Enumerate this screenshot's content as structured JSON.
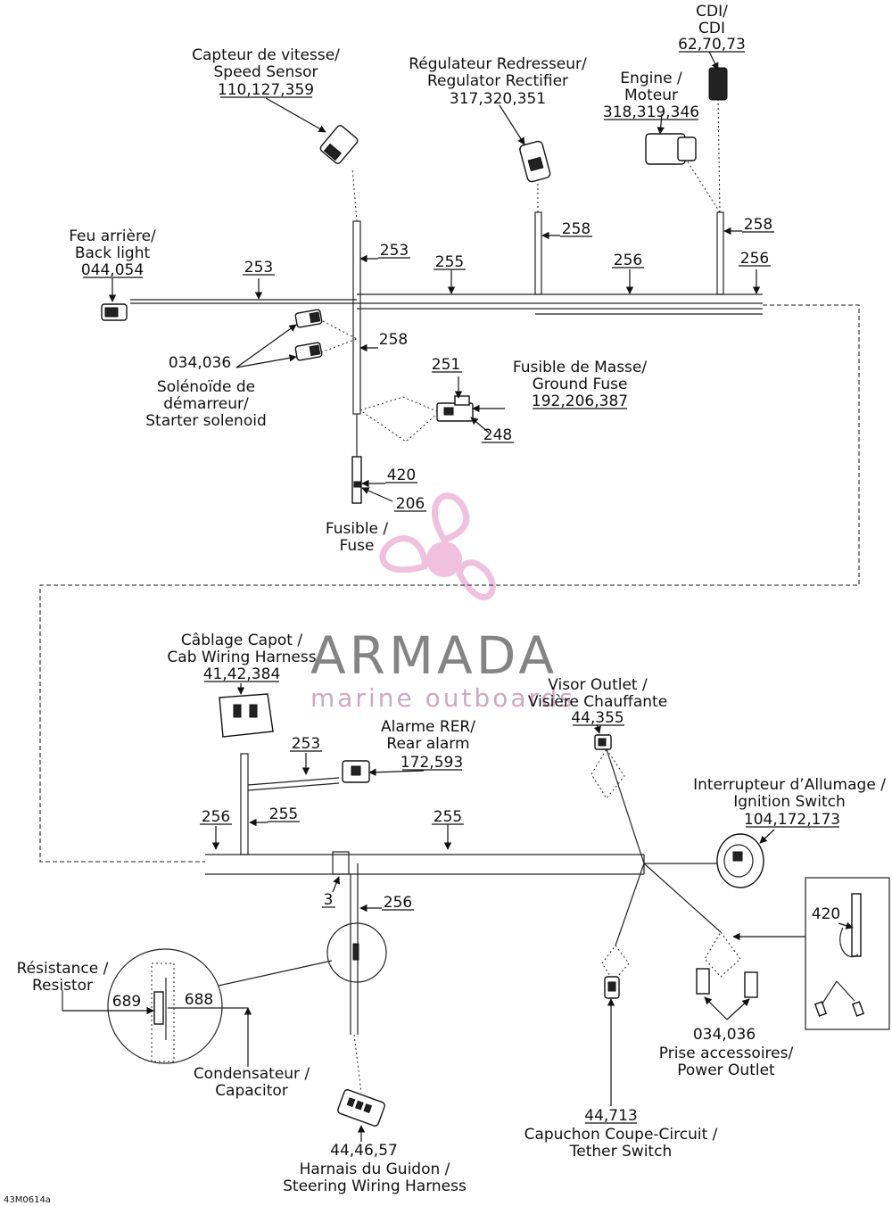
{
  "labels": {
    "speed_sensor": [
      "Capteur de vitesse/",
      "Speed Sensor",
      "110,127,359"
    ],
    "regulator": [
      "Régulateur Redresseur/",
      "Regulator Rectifier",
      "317,320,351"
    ],
    "cdi": [
      "CDI/",
      "CDI",
      "62,70,73"
    ],
    "engine": [
      "Engine /",
      "Moteur",
      "318,319,346"
    ],
    "back_light": [
      "Feu arrière/",
      "Back light",
      "044,054"
    ],
    "starter_solenoid": [
      "034,036",
      "Solénoïde de",
      "démarreur/",
      "Starter solenoid"
    ],
    "ground_fuse": [
      "Fusible de Masse/",
      "Ground Fuse",
      "192,206,387"
    ],
    "fuse": [
      "Fusible /",
      "Fuse"
    ],
    "cab_harness": [
      "Câblage Capot /",
      "Cab Wiring Harness",
      "41,42,384"
    ],
    "rear_alarm": [
      "Alarme RER/",
      "Rear alarm",
      "172,593"
    ],
    "visor_outlet": [
      "Visor Outlet /",
      "Visière Chauffante",
      "44,355"
    ],
    "ignition_switch": [
      "Interrupteur d’Allumage /",
      "Ignition Switch",
      "104,172,173"
    ],
    "resistor": [
      "Résistance /",
      "Resistor"
    ],
    "capacitor": [
      "Condensateur /",
      "Capacitor"
    ],
    "power_outlet": [
      "034,036",
      "Prise accessoires/",
      "Power Outlet"
    ],
    "tether_switch": [
      "44,713",
      "Capuchon Coupe-Circuit /",
      "Tether Switch"
    ],
    "steering_harness": [
      "44,46,57",
      "Harnais du Guidon /",
      "Steering Wiring Harness"
    ]
  },
  "refs": {
    "r253a": "253",
    "r255a": "255",
    "r256a": "256",
    "r256b": "256",
    "r253b": "253",
    "r258a": "258",
    "r258b": "258",
    "r258c": "258",
    "r251": "251",
    "r248": "248",
    "r420a": "420",
    "r206": "206",
    "r253c": "253",
    "r256c": "256",
    "r255b": "255",
    "r255c": "255",
    "r3": "3",
    "r256d": "256",
    "r689": "689",
    "r688": "688",
    "r420b": "420"
  },
  "watermark": {
    "brand": "ARMADA",
    "tagline": "marine outboards"
  },
  "figure_code": "43M0614a"
}
